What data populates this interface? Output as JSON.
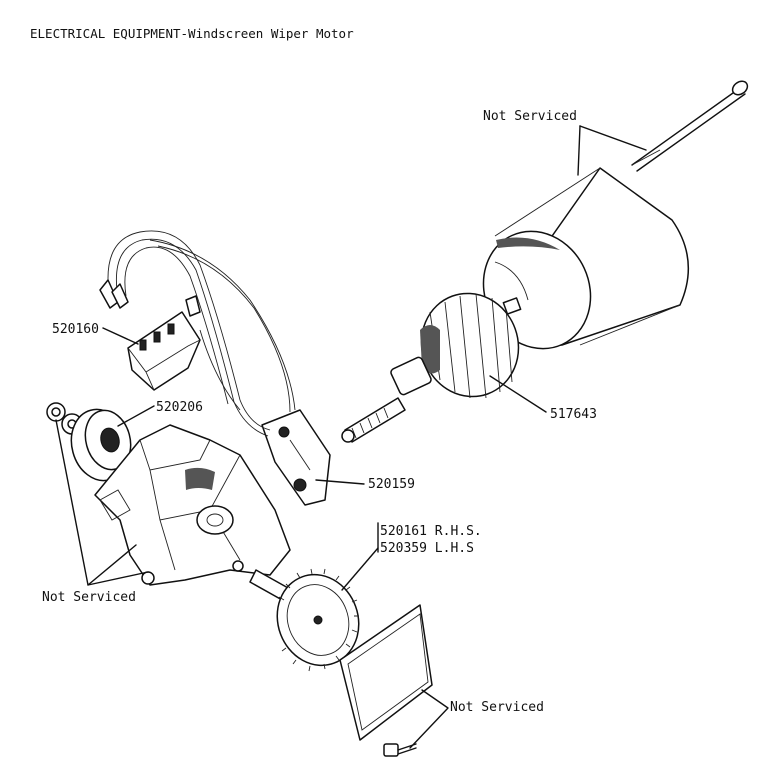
{
  "title": "ELECTRICAL EQUIPMENT-Windscreen Wiper Motor",
  "labels": {
    "not_serviced_bolt": "Not Serviced",
    "part_520160": "520160",
    "part_520206": "520206",
    "part_517643": "517643",
    "part_520159": "520159",
    "part_520161": "520161 R.H.S.",
    "part_520359": "520359 L.H.S",
    "not_serviced_left": "Not Serviced",
    "not_serviced_cover": "Not Serviced"
  }
}
